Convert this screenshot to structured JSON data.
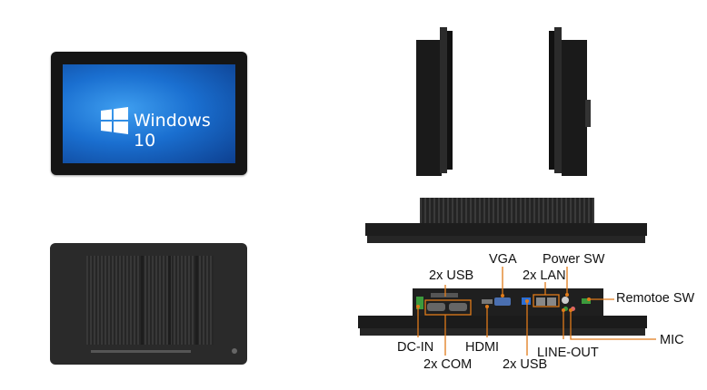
{
  "screen": {
    "os_label": "Windows 10",
    "logo": "windows-logo-icon",
    "colors": {
      "screen_blue": "#1a6fd0",
      "bezel": "#141414"
    }
  },
  "ports": {
    "dc_in": "DC-IN",
    "com": "2x COM",
    "usb_top": "2x USB",
    "hdmi": "HDMI",
    "vga": "VGA",
    "usb_bottom": "2x USB",
    "lan": "2x LAN",
    "power_sw": "Power SW",
    "line_out": "LINE-OUT",
    "mic": "MIC",
    "remote_sw": "Remotoe SW",
    "callout_color": "#e07b1a"
  }
}
